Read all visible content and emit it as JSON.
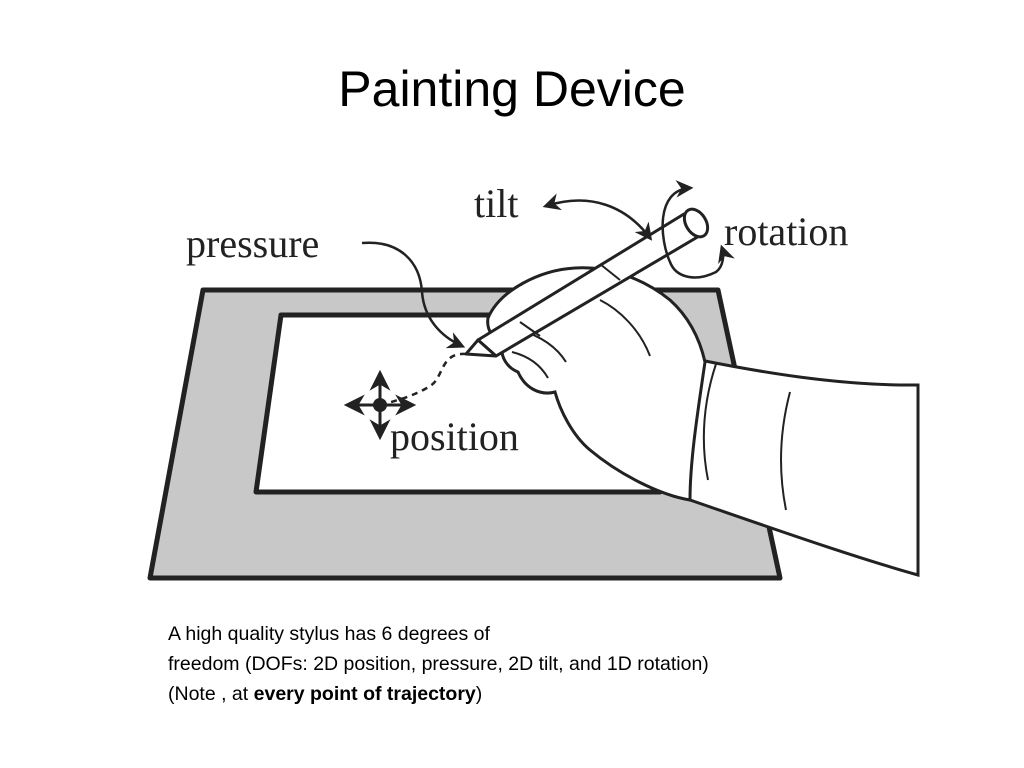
{
  "slide": {
    "title": "Painting Device"
  },
  "diagram": {
    "labels": {
      "pressure": "pressure",
      "tilt": "tilt",
      "rotation": "rotation",
      "position": "position"
    },
    "colors": {
      "tablet_fill": "#c8c8c8",
      "surface_fill": "#ffffff",
      "stroke": "#222222"
    }
  },
  "caption": {
    "line1": "A high quality stylus has 6 degrees of",
    "line2": "freedom (DOFs: 2D position, pressure, 2D tilt, and 1D rotation)",
    "line3_prefix": "(Note , at ",
    "line3_bold": "every point of trajectory",
    "line3_suffix": ")"
  }
}
